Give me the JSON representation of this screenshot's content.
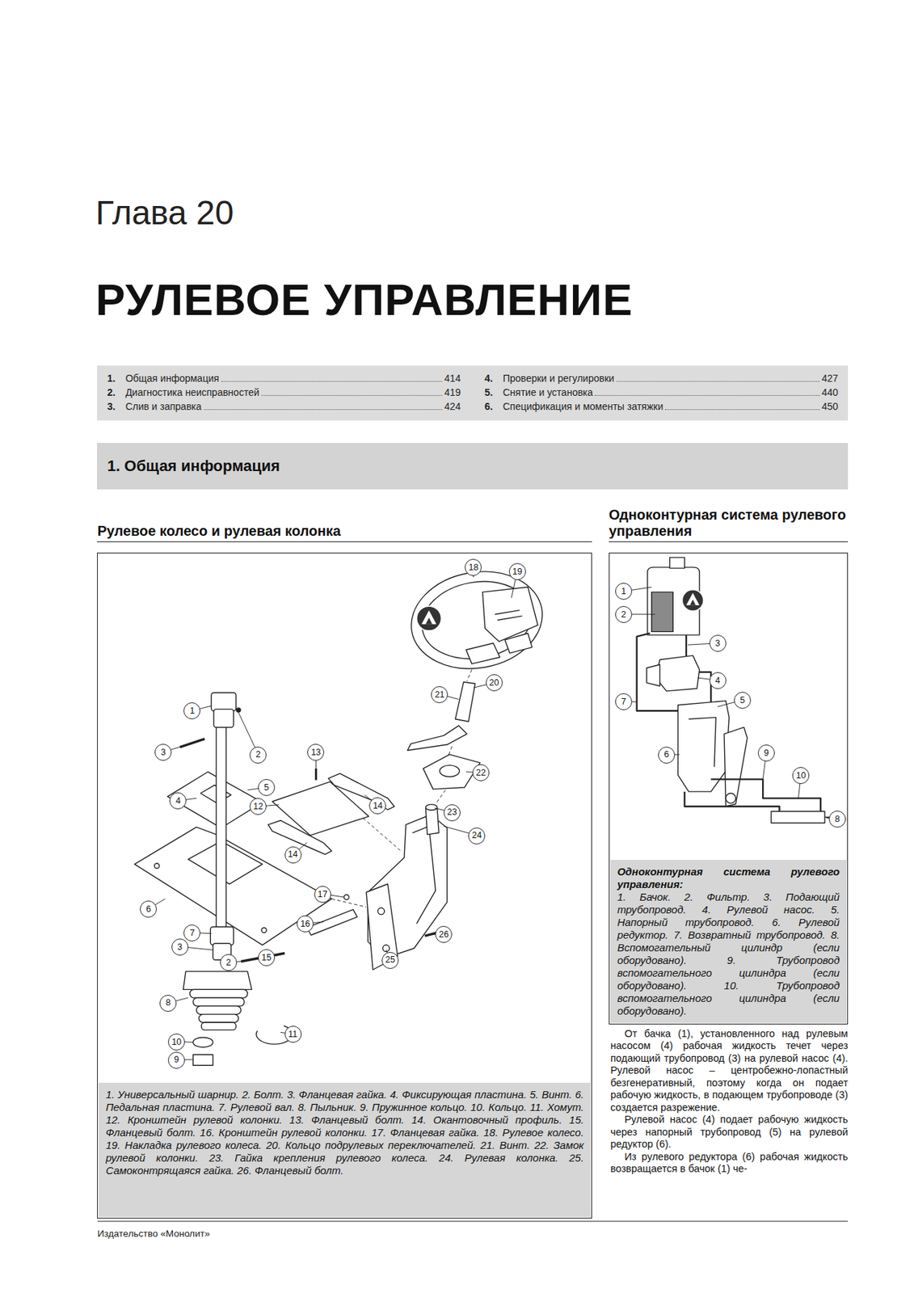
{
  "diagram": {
    "title": "РУЛЕВОЕ УПРАВЛЕНИЕ",
    "nodes": [
      {
        "text": [
          "1.",
          "Общая информация",
          "414",
          "2.",
          "Диагностика неисправностей",
          "419",
          "3.",
          "Слив и заправка",
          "424",
          "4.",
          "Проверки и регулировки",
          "427",
          "5.",
          "Снятие и установка",
          "440",
          "6.",
          "Спецификация и моменты затяжки",
          "450"
        ]
      },
      {
        "text": [
          "1. Общая информация"
        ]
      },
      {
        "text": [
          "Рулевое колесо и рулевая колонка"
        ]
      },
      {
        "text": [
          "1. Универсальный шарнир. 2. Болт. 3. Фланцевая гайка. 4. Фиксирующая пластина. 5. Винт. 6. Педальная пластина. 7. Рулевой вал. 8. Пыльник. 9. Пружинное кольцо. 10. Кольцо. 11. Хомут. 12. Кронштейн рулевой колонки. 13. Фланцевый болт. 14. Окантовочный профиль. 15. Фланцевый болт. 16. Кронштейн рулевой колонки. 17. Фланцевая гайка. 18. Рулевое колесо. 19. Накладка рулевого колеса. 20. Кольцо подрулевых переключателей. 21. Винт. 22. Замок рулевой колонки. 23. Гайка крепления рулевого колеса. 24. Рулевая колонка. 25. Самоконтрящаяся гайка. 26. Фланцевый болт."
        ],
        "in": 2
      },
      {
        "text": [
          "Одноконтурная система рулевого управления"
        ]
      },
      {
        "text": [
          "Одноконтурная система рулевого управления:",
          "1. Бачок. 2. Фильтр. 3. Подающий трубопровод. 4. Рулевой насос. 5. Напорный трубопровод. 6. Рулевой редуктор. 7. Возвратный трубопровод. 8. Вспомогательный цилиндр (если оборудовано). 9. Трубопровод вспомогательного цилиндра (если оборудовано). 10. Трубопровод вспомогательного цилиндра (если оборудовано)."
        ],
        "in": 4
      }
    ],
    "labels": [
      "Глава 20",
      "1",
      "3",
      "2",
      "4",
      "5",
      "12",
      "13",
      "14",
      "14",
      "6",
      "17",
      "16",
      "7",
      "3",
      "2",
      "15",
      "8",
      "10",
      "9",
      "11",
      "18",
      "19",
      "21",
      "20",
      "22",
      "23",
      "24",
      "25",
      "26",
      "1",
      "2",
      "3",
      "4",
      "5",
      "7",
      "6",
      "9",
      "10",
      "8",
      "От бачка (1), установленного над рулевым насосом (4) рабочая жидкость течет через подающий трубопровод (3) на рулевой насос (4). Рулевой насос – центробежно-лопастный безгенеративный, поэтому когда он подает рабочую жидкость, в подающем трубопроводе (3) создается разрежение.",
      "Рулевой насос (4) подает рабочую жидкость через напорный трубопровод (5) на рулевой редуктор (6).",
      "Из рулевого редуктора (6) рабочая жидкость возвращается в бачок (1) че-",
      "Издательство «Монолит»"
    ]
  }
}
